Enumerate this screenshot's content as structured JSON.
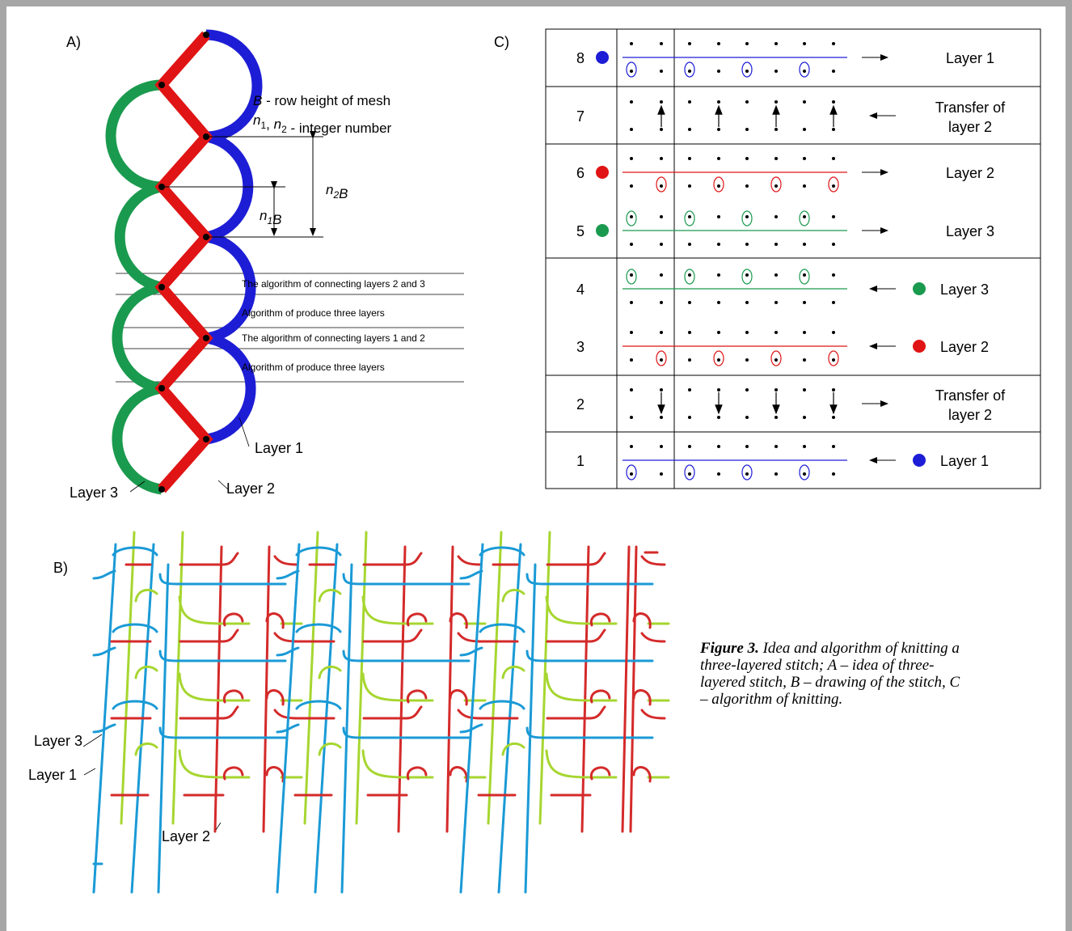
{
  "panel_a": {
    "label": "A)",
    "note_line1": "B - row height of mesh",
    "note_line2": "n1, n2 - integer number",
    "dim_n1": "n1B",
    "dim_n2": "n2B",
    "band_labels": [
      "The algorithm of connecting layers 2 and 3",
      "Algorithm of produce three layers",
      "The algorithm of connecting layers 1 and 2",
      "Algorithm of produce three layers"
    ],
    "layer1": "Layer 1",
    "layer2": "Layer 2",
    "layer3": "Layer 3"
  },
  "panel_b": {
    "label": "B)",
    "layer3": "Layer 3",
    "layer1": "Layer 1",
    "layer2": "Layer 2"
  },
  "panel_c": {
    "label": "C)",
    "rows": [
      {
        "num": "8",
        "action": "Layer 1",
        "direction": "right",
        "dot": "blue"
      },
      {
        "num": "7",
        "action": "Transfer of layer 2",
        "direction": "left",
        "dot": null
      },
      {
        "num": "6",
        "action": "Layer 2",
        "direction": "right",
        "dot": "red"
      },
      {
        "num": "5",
        "action": "Layer 3",
        "direction": "right",
        "dot": "green"
      },
      {
        "num": "4",
        "action": "Layer 3",
        "direction": "left",
        "dot": "green"
      },
      {
        "num": "3",
        "action": "Layer 2",
        "direction": "left",
        "dot": "red"
      },
      {
        "num": "2",
        "action": "Transfer of layer 2",
        "direction": "right",
        "dot": null
      },
      {
        "num": "1",
        "action": "Layer 1",
        "direction": "left",
        "dot": "blue"
      }
    ],
    "transfer_line1": "Transfer of",
    "transfer_line2": "layer 2"
  },
  "caption": {
    "bold": "Figure 3.",
    "text": " Idea and algorithm of knitting a three-layered stitch; A – idea of three-layered stitch, B – drawing of the stitch, C – algorithm of knitting."
  },
  "colors": {
    "layer1_blue": "#1d1dd6",
    "layer2_red": "#e01414",
    "layer3_green": "#1a9a4e",
    "b_blue": "#1a9ad6",
    "b_red": "#d42a2a",
    "b_green": "#a6d630",
    "background": "#a6a6a6"
  }
}
